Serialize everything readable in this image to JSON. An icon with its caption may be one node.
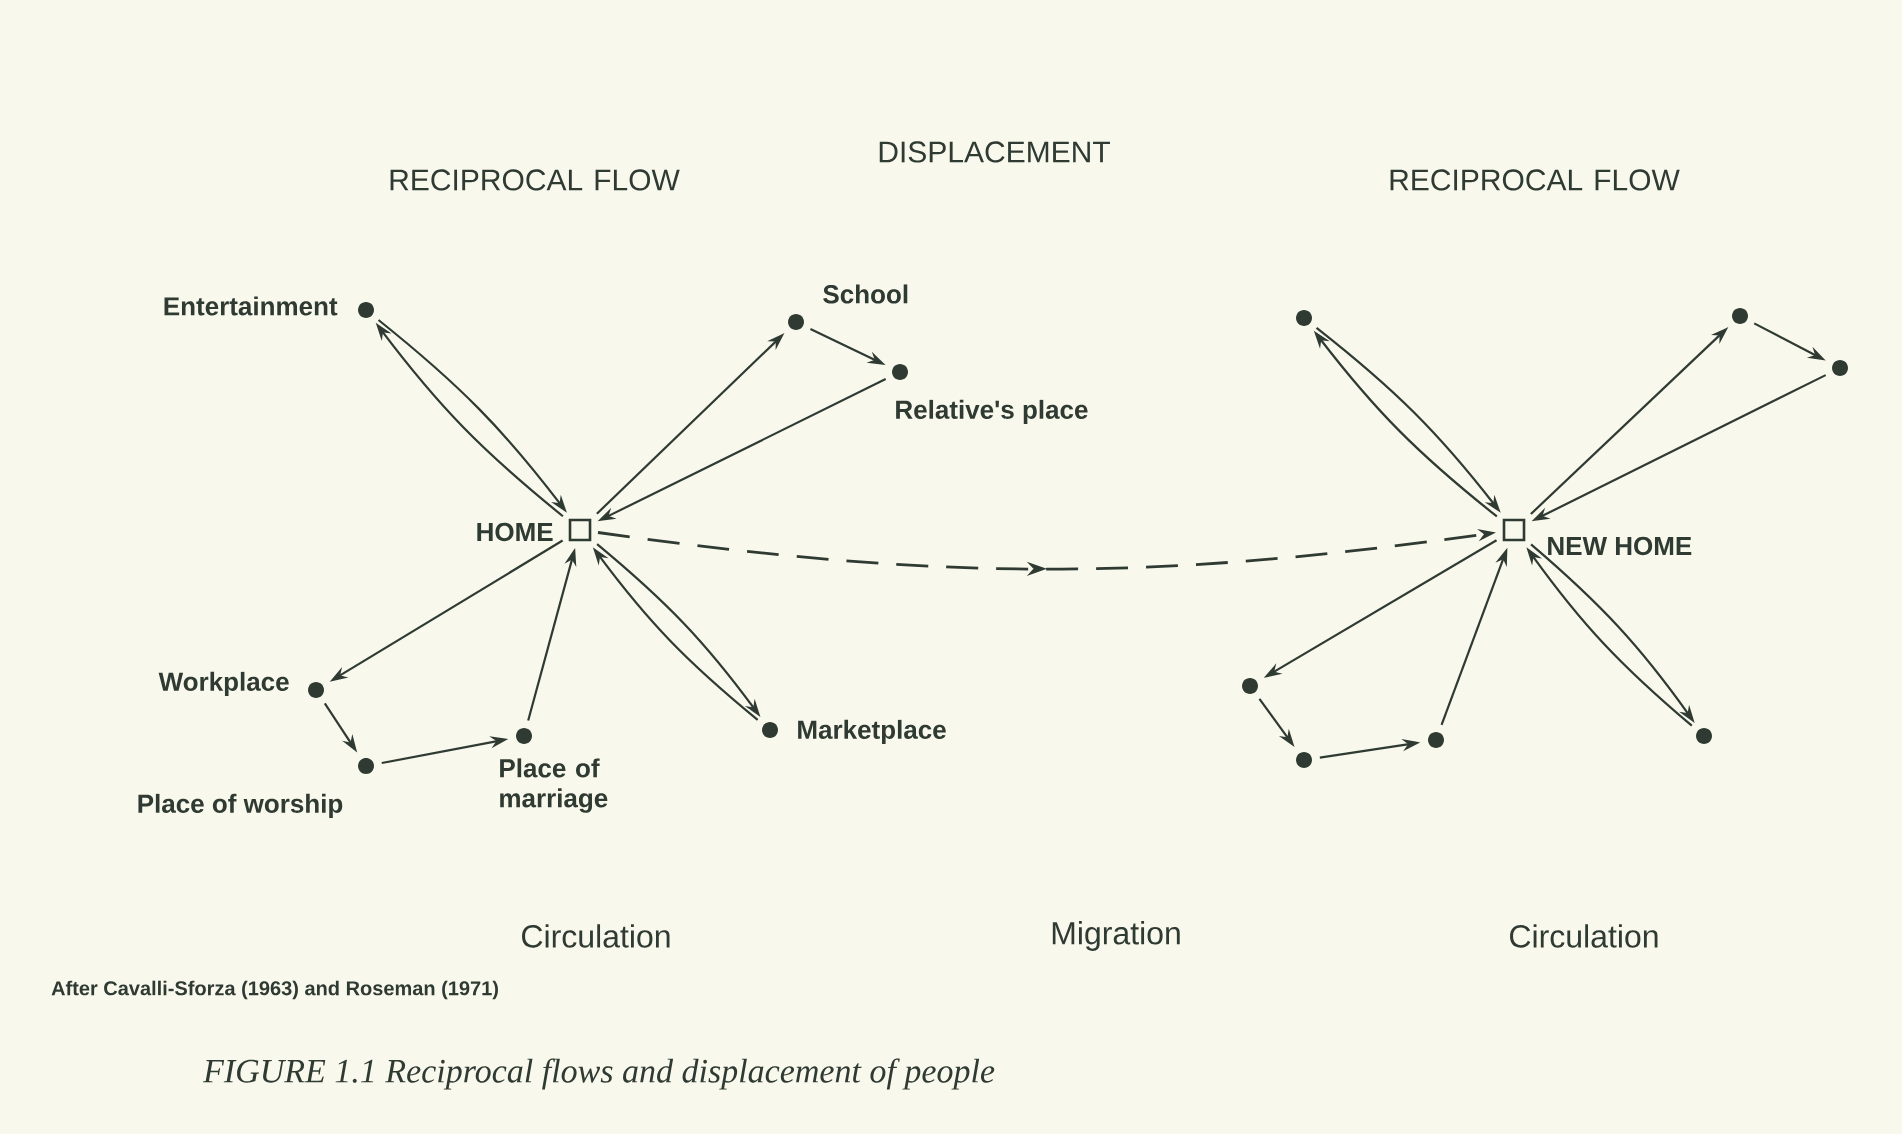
{
  "diagram": {
    "caption": "FIGURE 1.1 Reciprocal flows and displacement of people",
    "nodes": [
      {
        "text": [],
        "shape": "box",
        "beside": [
          "HOME"
        ]
      },
      {
        "text": [],
        "shape": "circle",
        "beside": [
          "Entertainment"
        ]
      },
      {
        "text": [],
        "shape": "circle",
        "beside": [
          "School"
        ]
      },
      {
        "text": [],
        "shape": "circle",
        "beside": [
          "Relative's place"
        ]
      },
      {
        "text": [],
        "shape": "circle",
        "beside": [
          "Workplace"
        ]
      },
      {
        "text": [],
        "shape": "circle",
        "beside": [
          "Place of worship"
        ]
      },
      {
        "text": [],
        "shape": "circle",
        "beside": [
          "Place of marriage"
        ]
      },
      {
        "text": [],
        "shape": "circle",
        "beside": [
          "Marketplace"
        ]
      },
      {
        "text": [],
        "shape": "box",
        "beside": [
          "NEW HOME"
        ]
      },
      {
        "text": [],
        "shape": "circle"
      },
      {
        "text": [],
        "shape": "circle"
      },
      {
        "text": [],
        "shape": "circle"
      },
      {
        "text": [],
        "shape": "circle"
      },
      {
        "text": [],
        "shape": "circle"
      },
      {
        "text": [],
        "shape": "circle"
      },
      {
        "text": [],
        "shape": "circle"
      }
    ],
    "edges": [
      {
        "from": 0,
        "to": 1,
        "arrow": "to"
      },
      {
        "from": 1,
        "to": 0,
        "arrow": "to"
      },
      {
        "from": 0,
        "to": 2,
        "arrow": "to"
      },
      {
        "from": 2,
        "to": 3,
        "arrow": "to"
      },
      {
        "from": 3,
        "to": 0,
        "arrow": "to"
      },
      {
        "from": 0,
        "to": 4,
        "arrow": "to"
      },
      {
        "from": 4,
        "to": 5,
        "arrow": "to"
      },
      {
        "from": 5,
        "to": 6,
        "arrow": "to"
      },
      {
        "from": 6,
        "to": 0,
        "arrow": "to"
      },
      {
        "from": 0,
        "to": 7,
        "arrow": "to"
      },
      {
        "from": 7,
        "to": 0,
        "arrow": "to"
      },
      {
        "from": 0,
        "to": 8,
        "arrow": "to",
        "style": "dashed"
      },
      {
        "from": 8,
        "to": 9,
        "arrow": "to"
      },
      {
        "from": 9,
        "to": 8,
        "arrow": "to"
      },
      {
        "from": 8,
        "to": 10,
        "arrow": "to"
      },
      {
        "from": 10,
        "to": 11,
        "arrow": "to"
      },
      {
        "from": 11,
        "to": 8,
        "arrow": "to"
      },
      {
        "from": 8,
        "to": 12,
        "arrow": "to"
      },
      {
        "from": 12,
        "to": 13,
        "arrow": "to"
      },
      {
        "from": 13,
        "to": 14,
        "arrow": "to"
      },
      {
        "from": 14,
        "to": 8,
        "arrow": "to"
      },
      {
        "from": 8,
        "to": 15,
        "arrow": "to"
      },
      {
        "from": 15,
        "to": 8,
        "arrow": "to"
      }
    ],
    "labels": [
      "RECIPROCAL FLOW",
      "DISPLACEMENT",
      "RECIPROCAL FLOW",
      "Circulation",
      "Migration",
      "Circulation",
      "After Cavalli-Sforza (1963) and Roseman (1971)"
    ]
  }
}
